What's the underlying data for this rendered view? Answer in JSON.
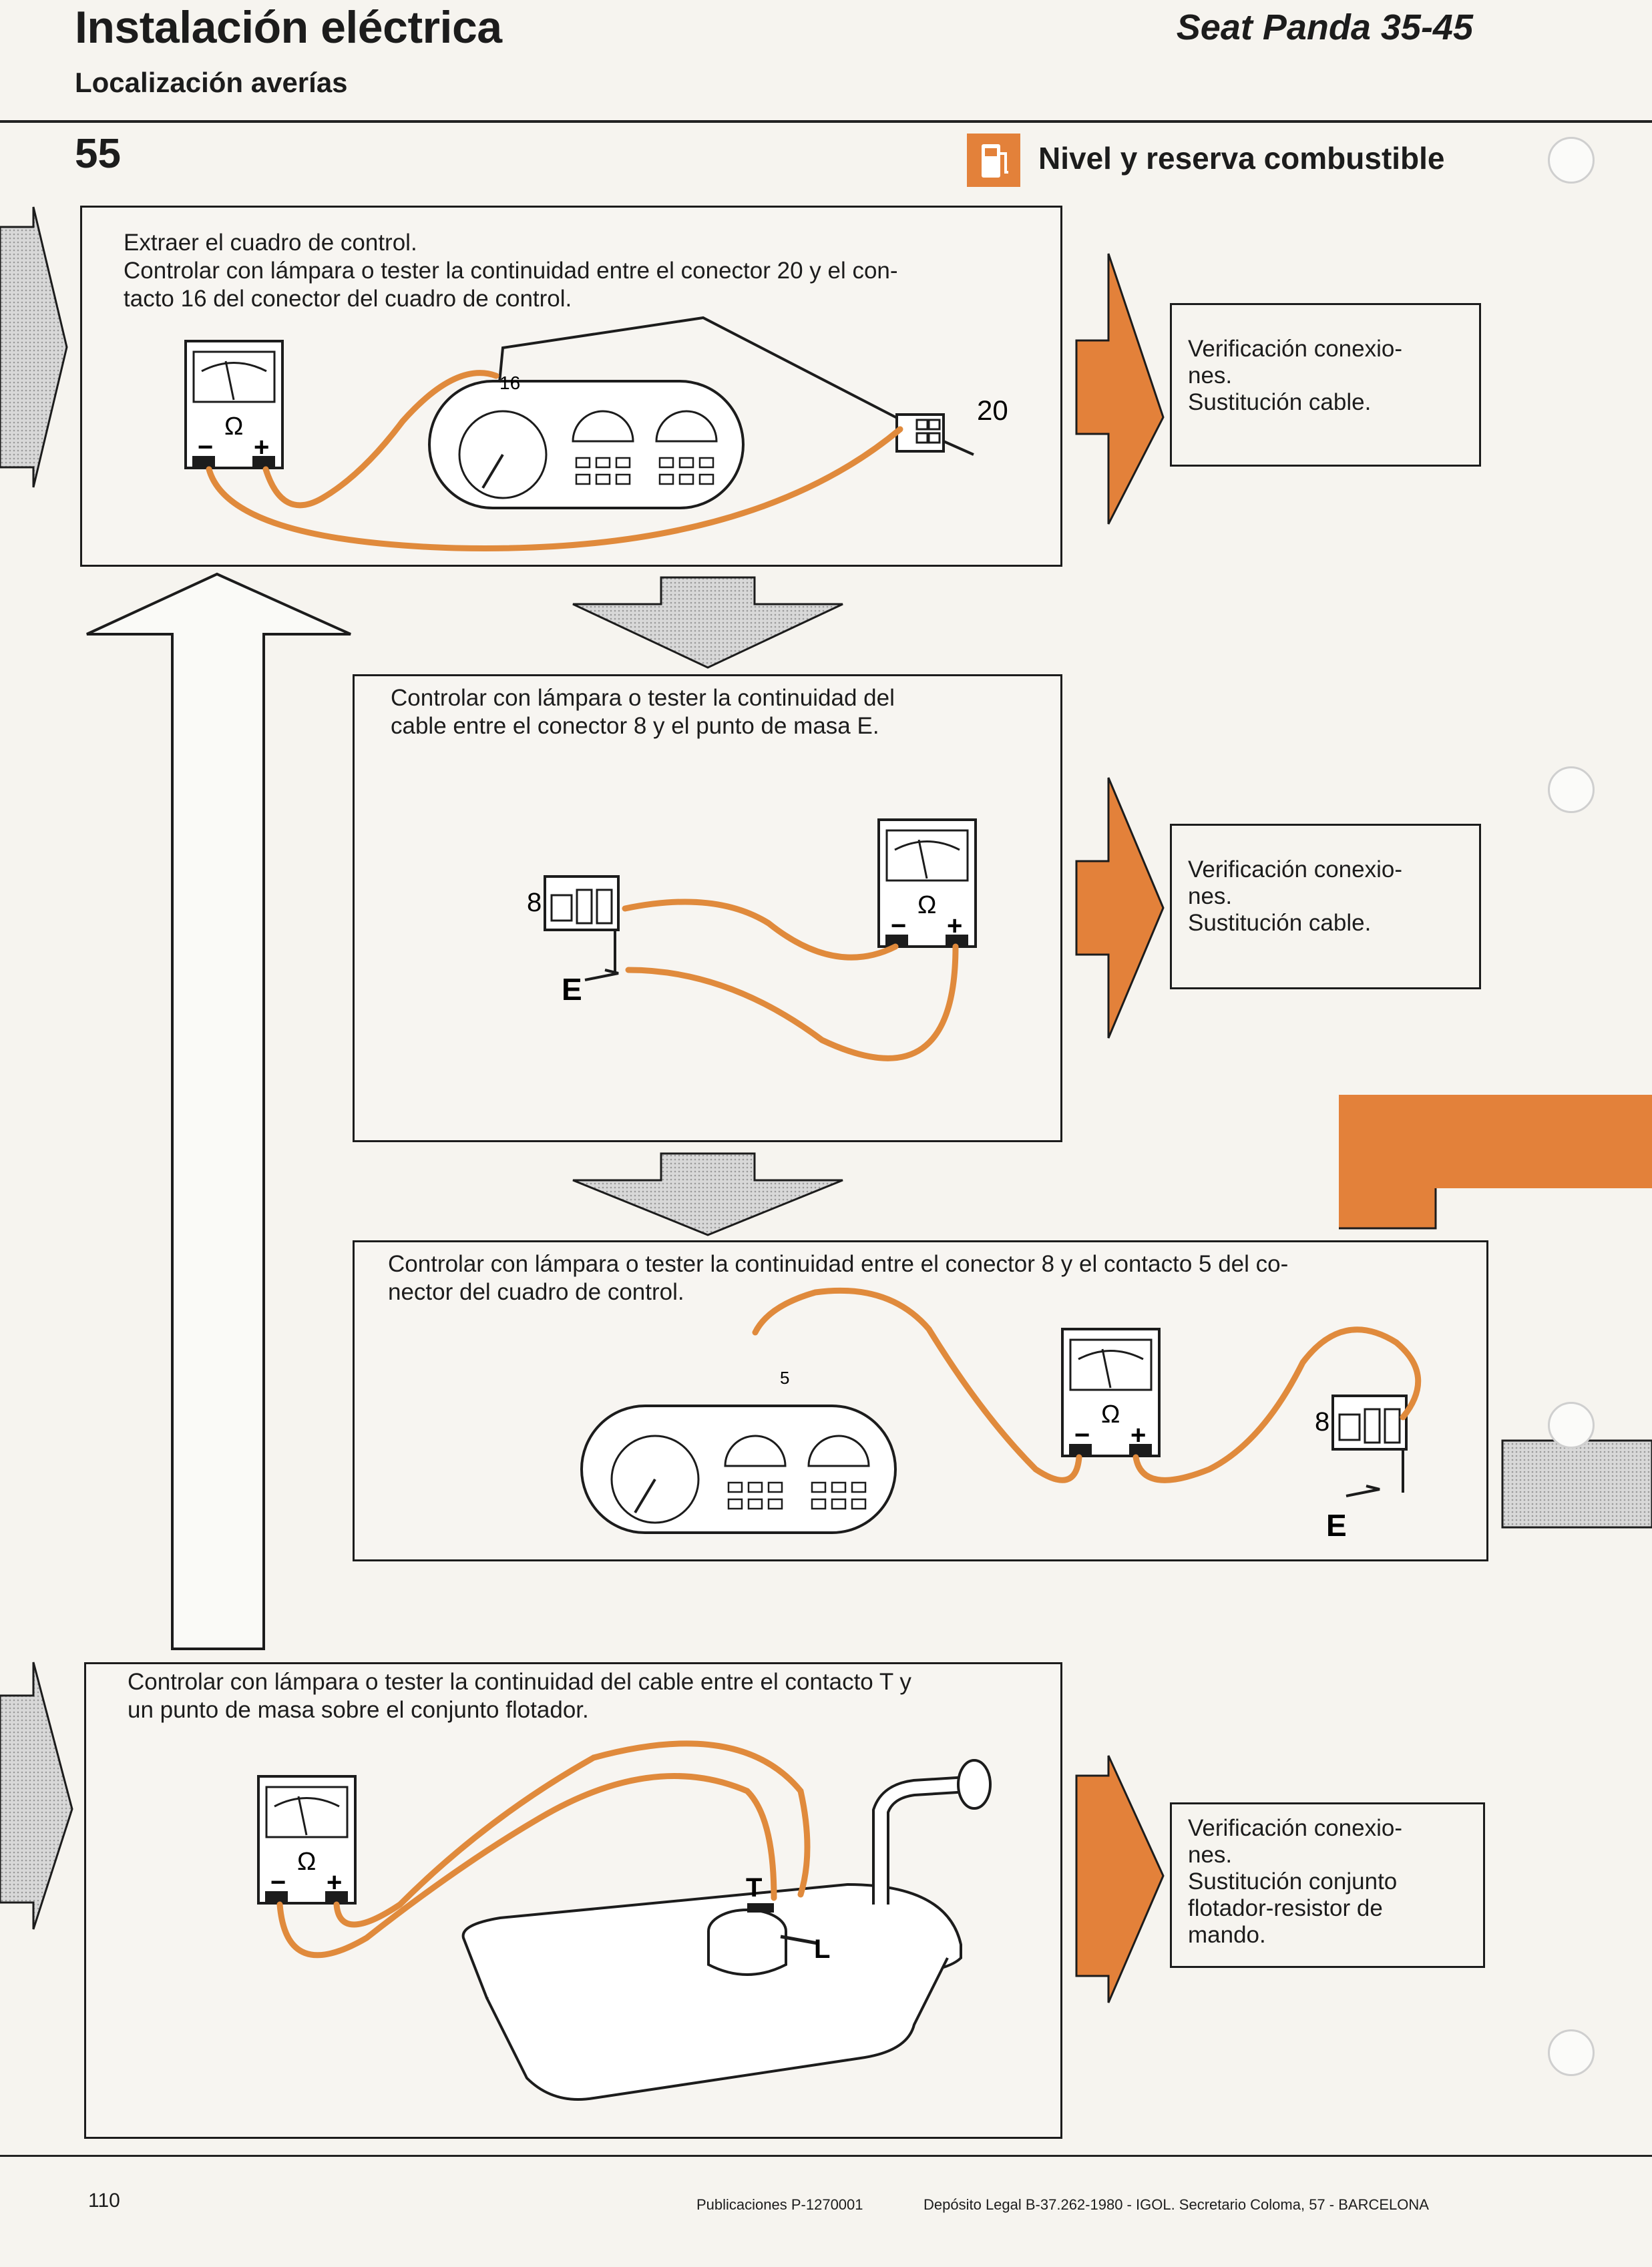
{
  "header": {
    "title": "Instalación eléctrica",
    "subtitle": "Localización averías",
    "model": "Seat Panda 35-45"
  },
  "section": {
    "number": "55",
    "title": "Nivel y reserva combustible",
    "icon": "fuel-pump-icon"
  },
  "steps": [
    {
      "text_line1": "Extraer el cuadro de control.",
      "text_line2": "Controlar con lámpara o tester la continuidad entre el conector 20 y el con-",
      "text_line3": "tacto 16 del conector del cuadro de control.",
      "labels": {
        "contact": "16",
        "connector": "20"
      },
      "result_line1": "Verificación  conexio-",
      "result_line2": "nes.",
      "result_line3": "Sustitución cable."
    },
    {
      "text_line1": "Controlar  con  lámpara  o  tester  la  continuidad  del",
      "text_line2": "cable entre el conector 8 y el punto de masa E.",
      "labels": {
        "connector": "8",
        "ground": "E"
      },
      "result_line1": "Verificación  conexio-",
      "result_line2": "nes.",
      "result_line3": "Sustitución cable."
    },
    {
      "text_line1": "Controlar con lámpara o tester la continuidad entre el conector 8 y el contacto 5 del co-",
      "text_line2": "nector del cuadro de control.",
      "labels": {
        "contact": "5",
        "connector": "8",
        "ground": "E"
      }
    },
    {
      "text_line1": "Controlar con lámpara o tester la continuidad del cable entre el contacto T y",
      "text_line2": "un punto de masa sobre el conjunto flotador.",
      "labels": {
        "contact_t": "T",
        "contact_l": "L"
      },
      "result_line1": "Verificación  conexio-",
      "result_line2": "nes.",
      "result_line3": "Sustitución  conjunto",
      "result_line4": "flotador-resistor  de",
      "result_line5": "mando."
    }
  ],
  "meter": {
    "unit": "Ω",
    "minus": "−",
    "plus": "+"
  },
  "footer": {
    "page": "110",
    "publication": "Publicaciones P-1270001",
    "legal": "Depósito Legal B-37.262-1980 - IGOL. Secretario Coloma, 57 - BARCELONA"
  },
  "colors": {
    "accent": "#e3813a",
    "wire": "#e08a3c",
    "ink": "#1c1c1c"
  }
}
